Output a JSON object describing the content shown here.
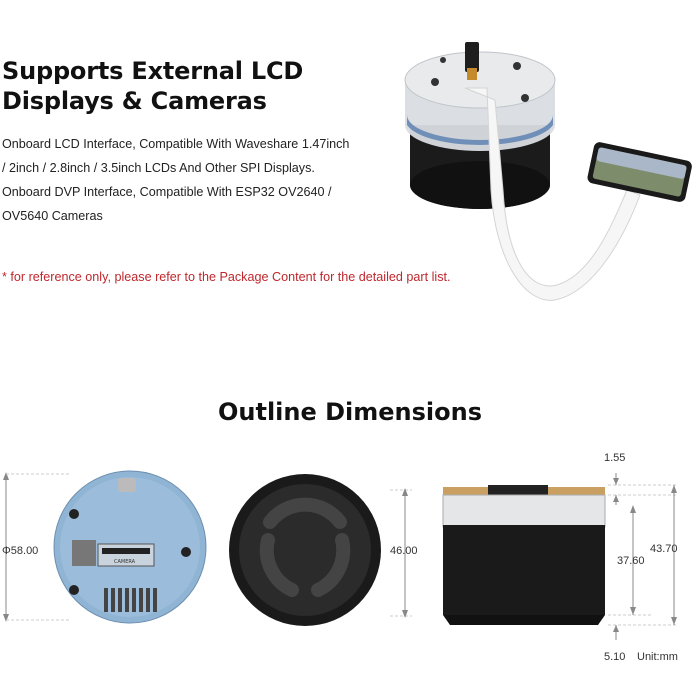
{
  "hero": {
    "title_line1": "Supports External LCD",
    "title_line2": "Displays & Cameras",
    "description_lines": [
      "Onboard LCD Interface, Compatible With Waveshare 1.47inch",
      "/ 2inch / 2.8inch / 3.5inch LCDs And Other SPI Displays.",
      "Onboard DVP Interface, Compatible With ESP32 OV2640 /",
      "OV5640 Cameras"
    ],
    "note": "* for reference only, please refer to the Package Content for the detailed part list."
  },
  "outline": {
    "title": "Outline Dimensions",
    "top_view": {
      "diameter_label": "Φ58.00",
      "chip_text": "CAMERA"
    },
    "bottom_view": {
      "height_label": "46.00"
    },
    "side_view": {
      "top_gap_label": "1.55",
      "body_label": "37.60",
      "total_label": "43.70",
      "bottom_gap_label": "5.10",
      "unit_label": "Unit:mm"
    }
  },
  "colors": {
    "note_red": "#c0272d",
    "pcb_blue": "#8fb4d4",
    "body_black": "#1a1a1a"
  }
}
